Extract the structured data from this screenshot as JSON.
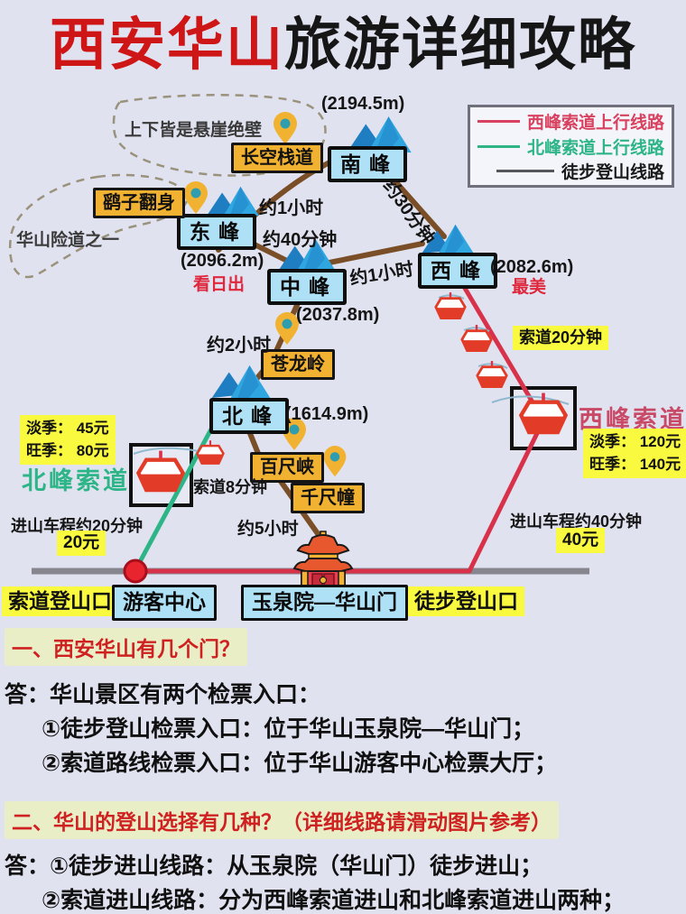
{
  "title": {
    "red_part": "西安华山",
    "black_part": "旅游详细攻略"
  },
  "legend": {
    "items": [
      {
        "label": "西峰索道上行线路",
        "color": "#d8415f"
      },
      {
        "label": "北峰索道上行线路",
        "color": "#2db587"
      },
      {
        "label": "徒步登山线路",
        "color": "#55555c"
      }
    ]
  },
  "map": {
    "peaks": [
      {
        "name": "南峰",
        "elevation": "(2194.5m)"
      },
      {
        "name": "东峰",
        "elevation": "(2096.2m)",
        "note": "看日出"
      },
      {
        "name": "中峰",
        "elevation": "(2037.8m)"
      },
      {
        "name": "西峰",
        "elevation": "(2082.6m)",
        "note": "最美"
      },
      {
        "name": "北峰",
        "elevation": "(1614.9m)"
      }
    ],
    "spots": {
      "changkong": "长空栈道",
      "yaozi": "鹞子翻身",
      "canglong": "苍龙岭",
      "baichi": "百尺峡",
      "qianchi": "千尺幢"
    },
    "danger_notes": {
      "cliff": "上下皆是悬崖绝壁",
      "perilous": "华山险道之一"
    },
    "times": {
      "east_to_south": "约1小时",
      "south_to_west": "约30分钟",
      "east_to_middle": "约40分钟",
      "middle_to_west": "约1小时",
      "middle_to_north": "约2小时",
      "gate_to_north": "约5小时",
      "north_cable": "索道8分钟",
      "west_cable": "索道20分钟"
    },
    "cableways": {
      "north": {
        "name": "北峰索道",
        "low_season": "淡季： 45元",
        "high_season": "旺季： 80元",
        "shuttle": "进山车程约20分钟",
        "shuttle_fare": "20元"
      },
      "west": {
        "name": "西峰索道",
        "low_season": "淡季： 120元",
        "high_season": "旺季： 140元",
        "shuttle": "进山车程约40分钟",
        "shuttle_fare": "40元"
      }
    },
    "stations": {
      "cable_entrance": "索道登山口",
      "visitor_center": "游客中心",
      "yuquan_gate": "玉泉院—华山门",
      "hiking_entrance": "徒步登山口"
    },
    "icons": {
      "pin": "location-pin-icon",
      "gondola": "cable-car-icon",
      "mountain": "mountain-peak-icon",
      "temple": "temple-gate-icon",
      "junction": "red-junction-dot"
    }
  },
  "qa": {
    "q1": {
      "heading": "一、西安华山有几个门？",
      "line1": "答：华山景区有两个检票入口：",
      "line2": "①徒步登山检票入口：位于华山玉泉院—华山门；",
      "line3": "②索道路线检票入口：位于华山游客中心检票大厅；"
    },
    "q2": {
      "heading": "二、华山的登山选择有几种？（详细线路请滑动图片参考）",
      "line1": "答：①徒步进山线路：从玉泉院（华山门）徒步进山；",
      "line2": "②索道进山线路：分为西峰索道进山和北峰索道进山两种；"
    }
  },
  "colors": {
    "background": "#e0e2f0",
    "title_red": "#cf1616",
    "west_route": "#d8415f",
    "north_route": "#2db587",
    "hiking_path": "#7a4f28",
    "road_gray": "#86868e",
    "peak_label_bg": "#aee0f6",
    "gold_label_bg": "#f2b231",
    "highlight_yellow": "#f9f93f",
    "qa_heading_bg": "#e9eec6"
  }
}
